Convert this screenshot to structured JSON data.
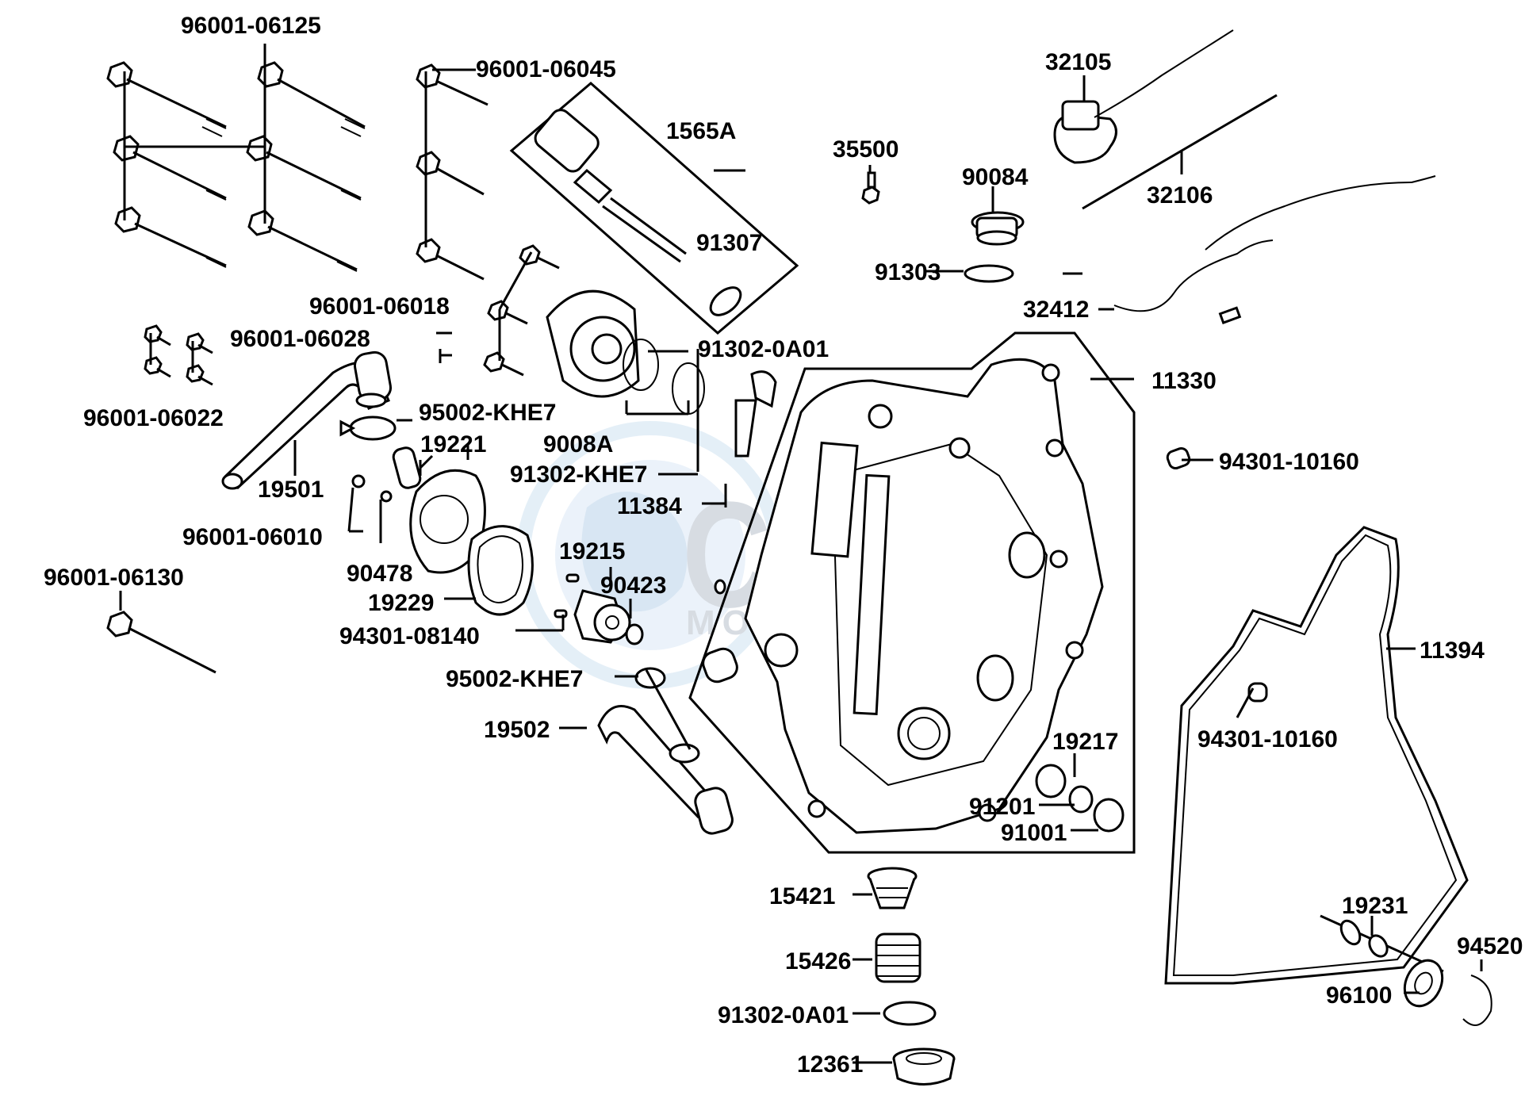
{
  "watermark": {
    "brand": "CMSN",
    "sub": "MOTORPARTS"
  },
  "parts": [
    {
      "id": "p-96001-06125",
      "label": "96001-06125"
    },
    {
      "id": "p-96001-06045",
      "label": "96001-06045"
    },
    {
      "id": "p-1565A",
      "label": "1565A"
    },
    {
      "id": "p-91307",
      "label": "91307"
    },
    {
      "id": "p-35500",
      "label": "35500"
    },
    {
      "id": "p-32105",
      "label": "32105"
    },
    {
      "id": "p-32106",
      "label": "32106"
    },
    {
      "id": "p-90084",
      "label": "90084"
    },
    {
      "id": "p-91303",
      "label": "91303"
    },
    {
      "id": "p-32412",
      "label": "32412"
    },
    {
      "id": "p-96001-06018",
      "label": "96001-06018"
    },
    {
      "id": "p-96001-06028",
      "label": "96001-06028"
    },
    {
      "id": "p-91302-0A01-a",
      "label": "91302-0A01"
    },
    {
      "id": "p-96001-06022",
      "label": "96001-06022"
    },
    {
      "id": "p-95002-KHE7-a",
      "label": "95002-KHE7"
    },
    {
      "id": "p-11330",
      "label": "11330"
    },
    {
      "id": "p-9008A",
      "label": "9008A"
    },
    {
      "id": "p-19221",
      "label": "19221"
    },
    {
      "id": "p-91302-KHE7",
      "label": "91302-KHE7"
    },
    {
      "id": "p-94301-10160-a",
      "label": "94301-10160"
    },
    {
      "id": "p-19501",
      "label": "19501"
    },
    {
      "id": "p-11384",
      "label": "11384"
    },
    {
      "id": "p-96001-06010",
      "label": "96001-06010"
    },
    {
      "id": "p-19215",
      "label": "19215"
    },
    {
      "id": "p-90478",
      "label": "90478"
    },
    {
      "id": "p-90423",
      "label": "90423"
    },
    {
      "id": "p-96001-06130",
      "label": "96001-06130"
    },
    {
      "id": "p-19229",
      "label": "19229"
    },
    {
      "id": "p-94301-08140",
      "label": "94301-08140"
    },
    {
      "id": "p-11394",
      "label": "11394"
    },
    {
      "id": "p-95002-KHE7-b",
      "label": "95002-KHE7"
    },
    {
      "id": "p-19502",
      "label": "19502"
    },
    {
      "id": "p-94301-10160-b",
      "label": "94301-10160"
    },
    {
      "id": "p-19217",
      "label": "19217"
    },
    {
      "id": "p-91201",
      "label": "91201"
    },
    {
      "id": "p-91001",
      "label": "91001"
    },
    {
      "id": "p-15421",
      "label": "15421"
    },
    {
      "id": "p-19231",
      "label": "19231"
    },
    {
      "id": "p-94520",
      "label": "94520"
    },
    {
      "id": "p-15426",
      "label": "15426"
    },
    {
      "id": "p-96100",
      "label": "96100"
    },
    {
      "id": "p-91302-0A01-b",
      "label": "91302-0A01"
    },
    {
      "id": "p-12361",
      "label": "12361"
    }
  ]
}
